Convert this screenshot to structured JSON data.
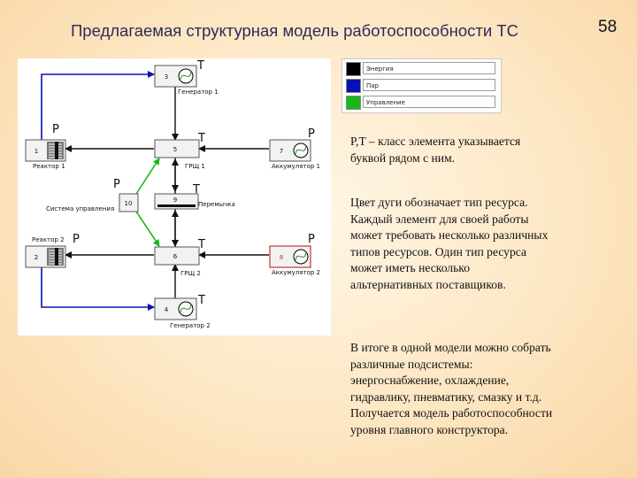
{
  "title": "Предлагаемая структурная модель работоспособности ТС",
  "page_number": "58",
  "legend": [
    {
      "label": "Энергия",
      "color": "#000000"
    },
    {
      "label": "Пар",
      "color": "#0a10b8"
    },
    {
      "label": "Управление",
      "color": "#18b818"
    }
  ],
  "nodes": {
    "n1": {
      "num": "1",
      "label": "Реактор 1",
      "cls": "P"
    },
    "n2": {
      "num": "2",
      "label": "Реактор 2",
      "cls": "P"
    },
    "n3": {
      "num": "3",
      "label": "Генератор 1",
      "cls": "T"
    },
    "n4": {
      "num": "4",
      "label": "Генератор 2",
      "cls": "T"
    },
    "n5": {
      "num": "5",
      "label": "ГРЩ 1",
      "cls": "T"
    },
    "n6": {
      "num": "6",
      "label": "ГРЩ 2",
      "cls": "T"
    },
    "n7": {
      "num": "7",
      "label": "Аккумулятор 1",
      "cls": "P"
    },
    "n8": {
      "num": "8",
      "label": "Аккумулятор 2",
      "cls": "P"
    },
    "n9": {
      "num": "9",
      "label": "Перемычка",
      "cls": "T"
    },
    "n10": {
      "num": "10",
      "label": "Система управления",
      "cls": "P"
    }
  },
  "text": {
    "p1": [
      "P,T – класс элемента указывается",
      "буквой рядом с ним."
    ],
    "p2": [
      "Цвет дуги обозначает тип ресурса.",
      "Каждый элемент для своей работы",
      "может требовать несколько различных",
      "типов ресурсов. Один тип ресурса",
      "может иметь несколько",
      "альтернативных поставщиков."
    ],
    "p3": [
      "В итоге в одной модели можно собрать",
      "различные подсистемы:",
      "энергоснабжение, охлаждение,",
      "гидравлику, пневматику, смазку и т.д.",
      "Получается модель работоспособности",
      "уровня главного конструктора."
    ]
  }
}
